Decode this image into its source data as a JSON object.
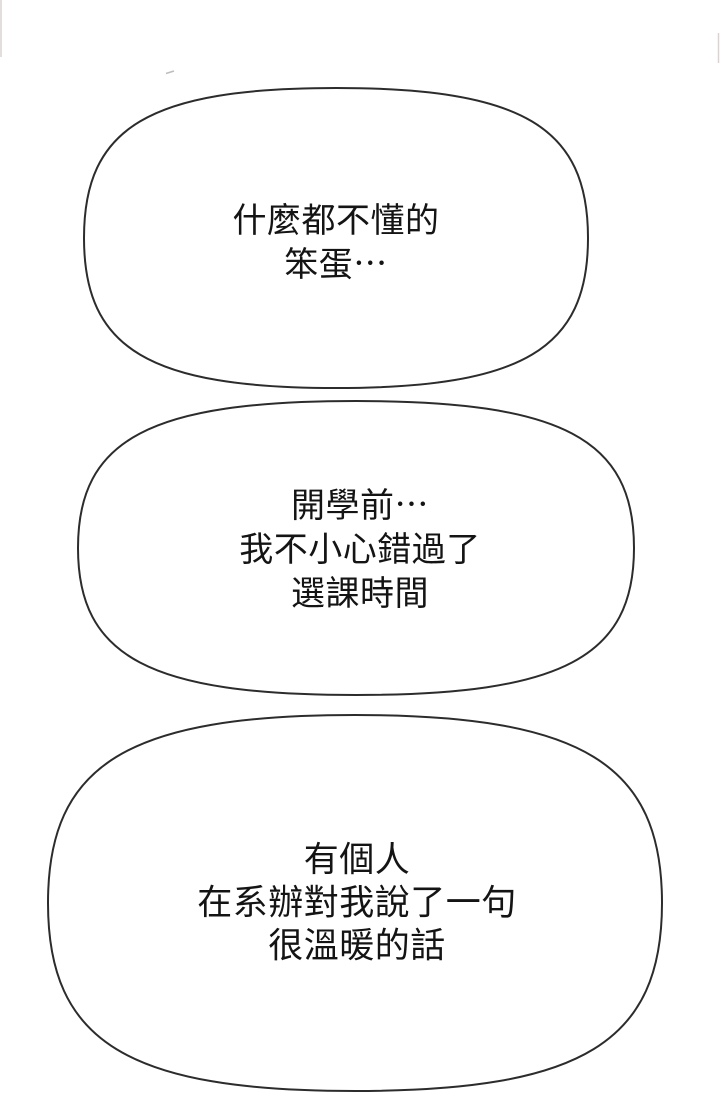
{
  "page": {
    "background_color": "#ffffff",
    "outline_color": "#2c2c2c",
    "text_color": "#141414"
  },
  "bubbles": [
    {
      "id": "speech-bubble-1",
      "lines": [
        "什麼都不懂的",
        "笨蛋⋯"
      ]
    },
    {
      "id": "speech-bubble-2",
      "lines": [
        "開學前⋯",
        "我不小心錯過了",
        "選課時間"
      ]
    },
    {
      "id": "speech-bubble-3",
      "lines": [
        "有個人",
        "在系辦對我說了一句",
        "很溫暖的話"
      ]
    }
  ]
}
